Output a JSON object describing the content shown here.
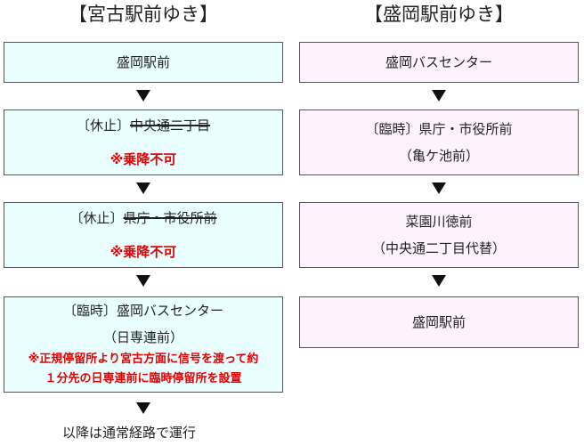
{
  "left": {
    "title": "【宮古駅前ゆき】",
    "stops": [
      {
        "line": "盛岡駅前"
      },
      {
        "tag": "〔休止〕",
        "struck": "中央通二丁目",
        "warning": "※乗降不可"
      },
      {
        "tag": "〔休止〕",
        "struck": "県庁・市役所前",
        "warning": "※乗降不可"
      },
      {
        "tag": "〔臨時〕",
        "line": "盛岡バスセンター",
        "sub": "（日専連前）",
        "note1": "※正規停留所より宮古方面に信号を渡って約",
        "note2": "１分先の日専連前に臨時停留所を設置"
      }
    ],
    "footer": "以降は通常経路で運行"
  },
  "right": {
    "title": "【盛岡駅前ゆき】",
    "stops": [
      {
        "line": "盛岡バスセンター"
      },
      {
        "line": "〔臨時〕県庁・市役所前",
        "sub": "（亀ケ池前）"
      },
      {
        "line": "菜園川徳前",
        "sub": "（中央通二丁目代替）"
      },
      {
        "line": "盛岡駅前"
      }
    ]
  },
  "colors": {
    "left_box": "#eaffff",
    "right_box": "#fff2ff",
    "warning": "#e60000"
  }
}
